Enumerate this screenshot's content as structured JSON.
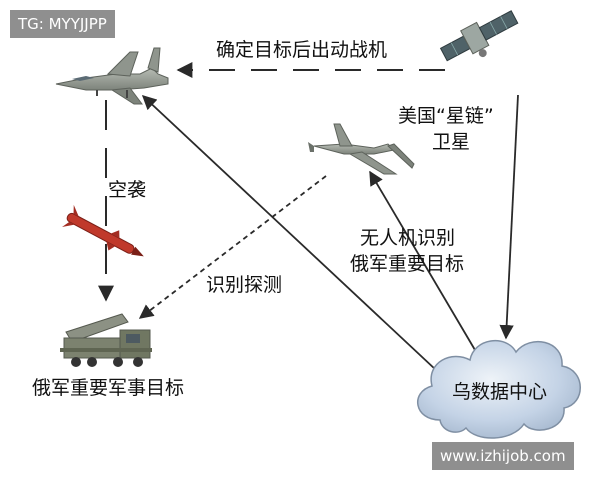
{
  "watermark_top": "TG: MYYJJPP",
  "watermark_bottom": "www.izhijob.com",
  "nodes": {
    "jet": "",
    "satellite": "美国“星链”卫星",
    "satellite_line1": "美国“星链”",
    "satellite_line2": "卫星",
    "drone": "无人机识别俄军重要目标",
    "drone_line1": "无人机识别",
    "drone_line2": "俄军重要目标",
    "missile": "",
    "target": "俄军重要军事目标",
    "data_center": "乌数据中心"
  },
  "edges": {
    "satellite_to_jet": "确定目标后出动战机",
    "jet_to_target": "空袭",
    "drone_to_target": "识别探测"
  },
  "colors": {
    "line": "#2a2a2a",
    "cloud_fill": "#c9d7e8",
    "cloud_stroke": "#7f8fa3",
    "aircraft": "#8e948e"
  }
}
